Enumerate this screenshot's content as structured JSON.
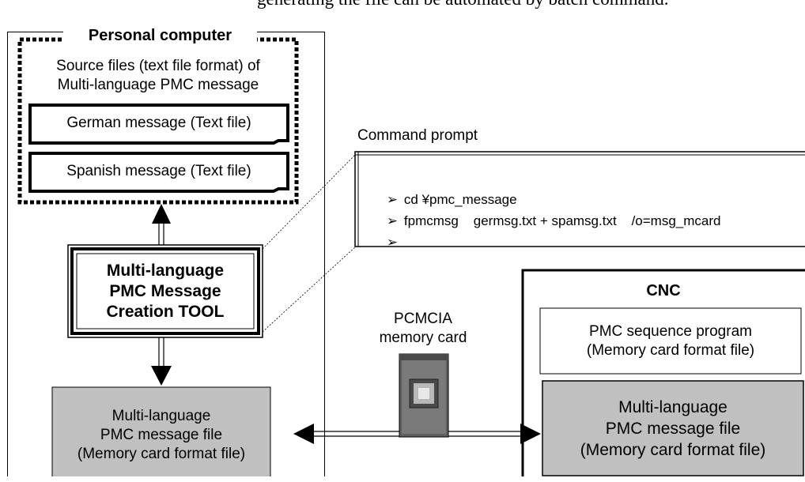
{
  "top_caption": "generating the file can be automated by batch command.",
  "pc": {
    "title": "Personal computer",
    "source_line1": "Source files (text file format) of",
    "source_line2": "Multi-language PMC message",
    "german": "German message (Text file)",
    "spanish": "Spanish message (Text file)",
    "tool_line1": "Multi-language",
    "tool_line2": "PMC Message",
    "tool_line3": "Creation TOOL",
    "output_line1": "Multi-language",
    "output_line2": "PMC message file",
    "output_line3": "(Memory card format file)"
  },
  "command_prompt": {
    "label": "Command prompt",
    "lines": [
      "cd ¥pmc_message",
      "fpmcmsg    germsg.txt + spamsg.txt    /o=msg_mcard",
      ""
    ],
    "bullet": "➢"
  },
  "memory_card": {
    "line1": "PCMCIA",
    "line2": "memory card"
  },
  "cnc": {
    "title": "CNC",
    "seq_line1": "PMC sequence program",
    "seq_line2": "(Memory card format file)",
    "msg_line1": "Multi-language",
    "msg_line2": "PMC message file",
    "msg_line3": "(Memory card format file)"
  },
  "colors": {
    "gray_fill": "#c0c0c0",
    "card_dark": "#606060",
    "card_face": "#a8a8a8"
  }
}
